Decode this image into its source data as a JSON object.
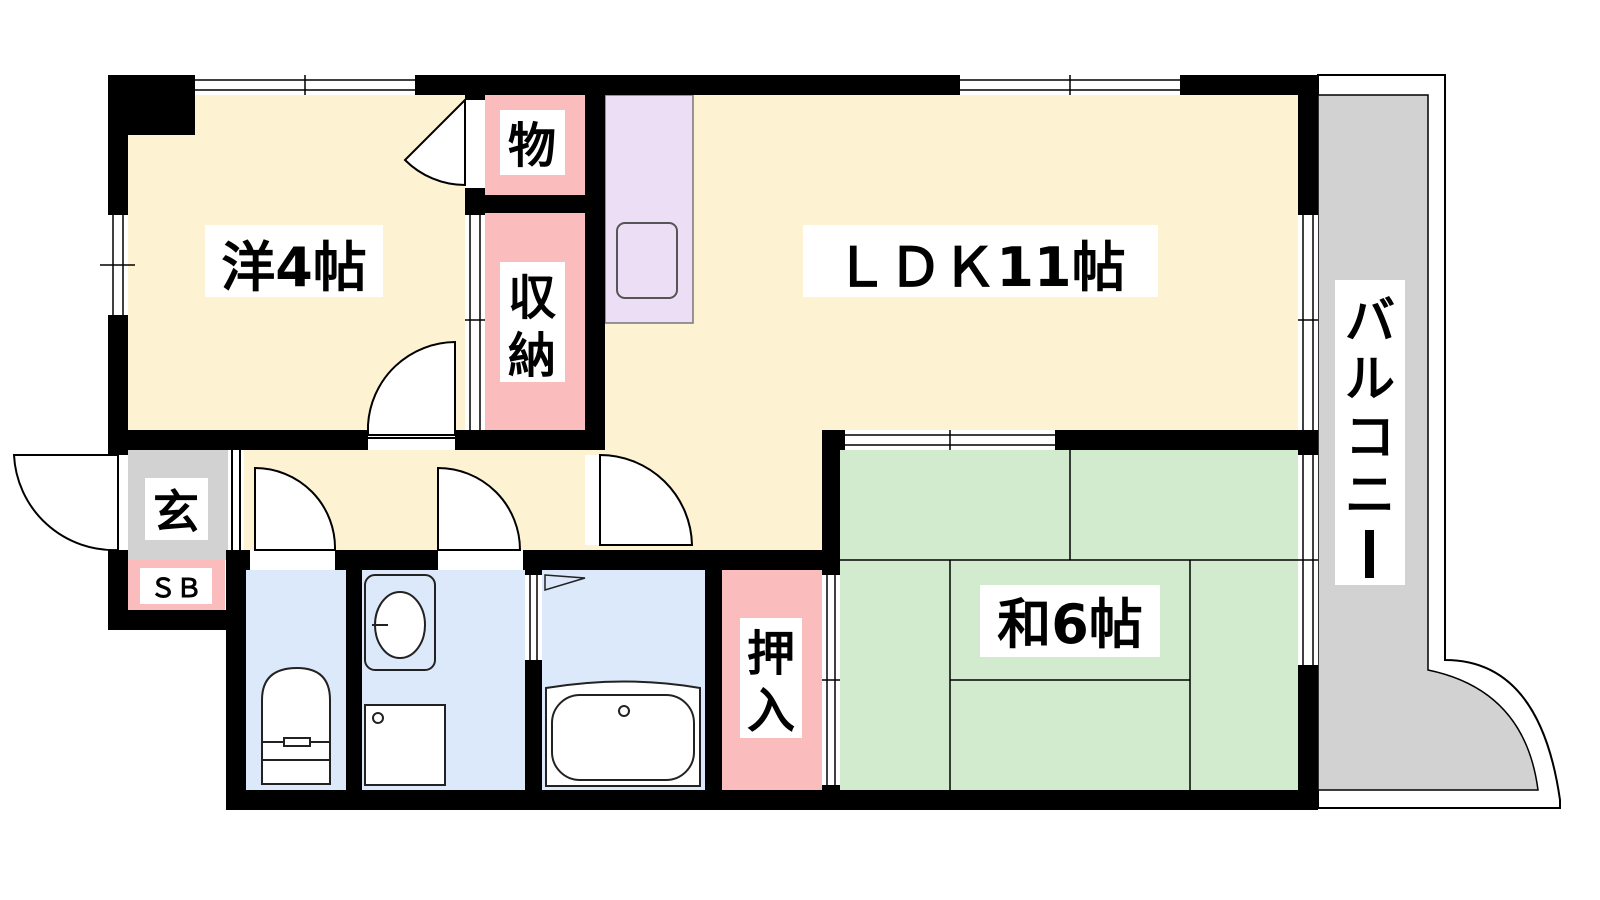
{
  "labels": {
    "western_room": "洋4帖",
    "storage": "物",
    "closet_1": "収",
    "closet_2": "納",
    "ldk": "ＬＤＫ11帖",
    "japanese_room": "和6帖",
    "oshiire_1": "押",
    "oshiire_2": "入",
    "genkan": "玄",
    "shoe_box": "ＳＢ",
    "balcony_chars": [
      "バ",
      "ル",
      "コ",
      "ニ",
      "ー"
    ]
  },
  "colors": {
    "wall": "#000000",
    "yellow_room": "#fdf2d2",
    "storage_pink": "#fbbcbd",
    "kitchen_purple": "#ecdff5",
    "tatami_green": "#d2ebcf",
    "wet_area_blue": "#dbe9fa",
    "balcony_gray": "#d2d2d2",
    "genkan_gray": "#d2d2d2"
  }
}
